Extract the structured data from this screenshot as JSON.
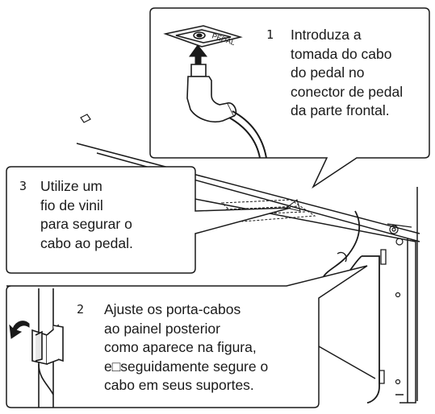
{
  "steps": [
    {
      "number": "1",
      "lines": [
        "Introduza a",
        "tomada do cabo",
        "do pedal no",
        "conector de pedal",
        "da parte frontal."
      ]
    },
    {
      "number": "3",
      "lines": [
        "Utilize um",
        "fio de vinil",
        "para segurar o",
        "cabo ao pedal."
      ]
    },
    {
      "number": "2",
      "lines": [
        "Ajuste os porta-cabos",
        "ao painel posterior",
        "como aparece na figura,",
        "e□seguidamente segure o",
        "cabo em seus suportes."
      ]
    }
  ],
  "connector_label": "PEDAL",
  "colors": {
    "line": "#1a1a1a",
    "panel_fill": "#ffffff"
  }
}
